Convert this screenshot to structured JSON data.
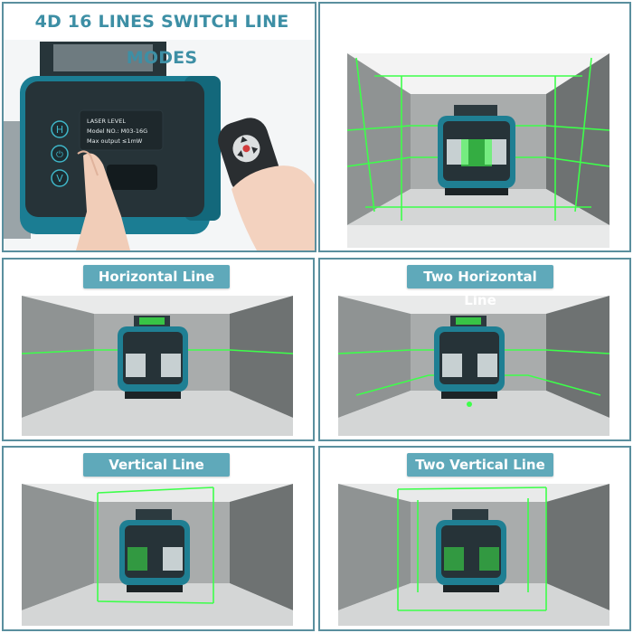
{
  "title": "4D 16 LINES SWITCH LINE MODES",
  "device_label": {
    "line1": "LASER LEVEL",
    "line2": "Model NO.: M03-16G",
    "line3": "Max output ≤1mW"
  },
  "modes": [
    {
      "label": "Horizontal Line"
    },
    {
      "label": "Two Horizontal Line"
    },
    {
      "label": "Vertical Line"
    },
    {
      "label": "Two Vertical Line"
    }
  ],
  "colors": {
    "accent": "#5fa9ba",
    "title_text": "#3d8fa5",
    "border": "#5a8f9e",
    "laser_green": "#3dff4a",
    "device_teal": "#1f7f93",
    "device_dark": "#1f2a2e"
  }
}
